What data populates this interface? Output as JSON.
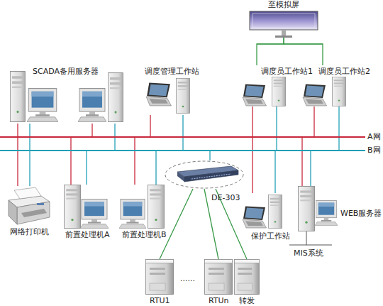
{
  "diagram": {
    "nodes": [
      {
        "text": [
          "至模拟屏"
        ]
      },
      {
        "text": [
          "SCADA备用服务器"
        ]
      },
      {
        "text": [
          "调度管理工作站"
        ]
      },
      {
        "text": [
          "调度员工作站1"
        ]
      },
      {
        "text": [
          "调度员工作站2"
        ]
      },
      {
        "text": [
          "A网"
        ]
      },
      {
        "text": [
          "B网"
        ]
      },
      {
        "text": [
          "DE-303"
        ]
      },
      {
        "text": [
          "网络打印机"
        ]
      },
      {
        "text": [
          "前置处理机A"
        ]
      },
      {
        "text": [
          "前置处理机B"
        ]
      },
      {
        "text": [
          "保护工作站"
        ]
      },
      {
        "text": [
          "WEB服务器"
        ]
      },
      {
        "text": [
          "RTU1"
        ]
      },
      {
        "text": [
          "RTUn"
        ]
      },
      {
        "text": [
          "转发"
        ]
      }
    ],
    "edges": [
      {
        "from": 3,
        "to": 0,
        "arrow": "none"
      },
      {
        "from": 4,
        "to": 0,
        "arrow": "none"
      },
      {
        "from": 1,
        "to": 5,
        "arrow": "none"
      },
      {
        "from": 1,
        "to": 6,
        "arrow": "none"
      },
      {
        "from": 1,
        "to": 5,
        "arrow": "none"
      },
      {
        "from": 1,
        "to": 6,
        "arrow": "none"
      },
      {
        "from": 2,
        "to": 5,
        "arrow": "none"
      },
      {
        "from": 2,
        "to": 6,
        "arrow": "none"
      },
      {
        "from": 3,
        "to": 5,
        "arrow": "none"
      },
      {
        "from": 3,
        "to": 6,
        "arrow": "none"
      },
      {
        "from": 4,
        "to": 5,
        "arrow": "none"
      },
      {
        "from": 4,
        "to": 6,
        "arrow": "none"
      },
      {
        "from": 8,
        "to": 5,
        "arrow": "none"
      },
      {
        "from": 8,
        "to": 6,
        "arrow": "none"
      },
      {
        "from": 9,
        "to": 5,
        "arrow": "none"
      },
      {
        "from": 9,
        "to": 6,
        "arrow": "none"
      },
      {
        "from": 10,
        "to": 5,
        "arrow": "none"
      },
      {
        "from": 10,
        "to": 6,
        "arrow": "none"
      },
      {
        "from": 7,
        "to": 6,
        "arrow": "none"
      },
      {
        "from": 11,
        "to": 5,
        "arrow": "none"
      },
      {
        "from": 11,
        "to": 6,
        "arrow": "none"
      },
      {
        "from": 12,
        "to": 5,
        "arrow": "none"
      },
      {
        "from": 12,
        "to": 6,
        "arrow": "none"
      },
      {
        "from": 7,
        "to": 13,
        "arrow": "none"
      },
      {
        "from": 7,
        "to": 14,
        "arrow": "none"
      },
      {
        "from": 7,
        "to": 15,
        "arrow": "none"
      }
    ],
    "labels": [
      "......",
      "MIS系统"
    ]
  }
}
